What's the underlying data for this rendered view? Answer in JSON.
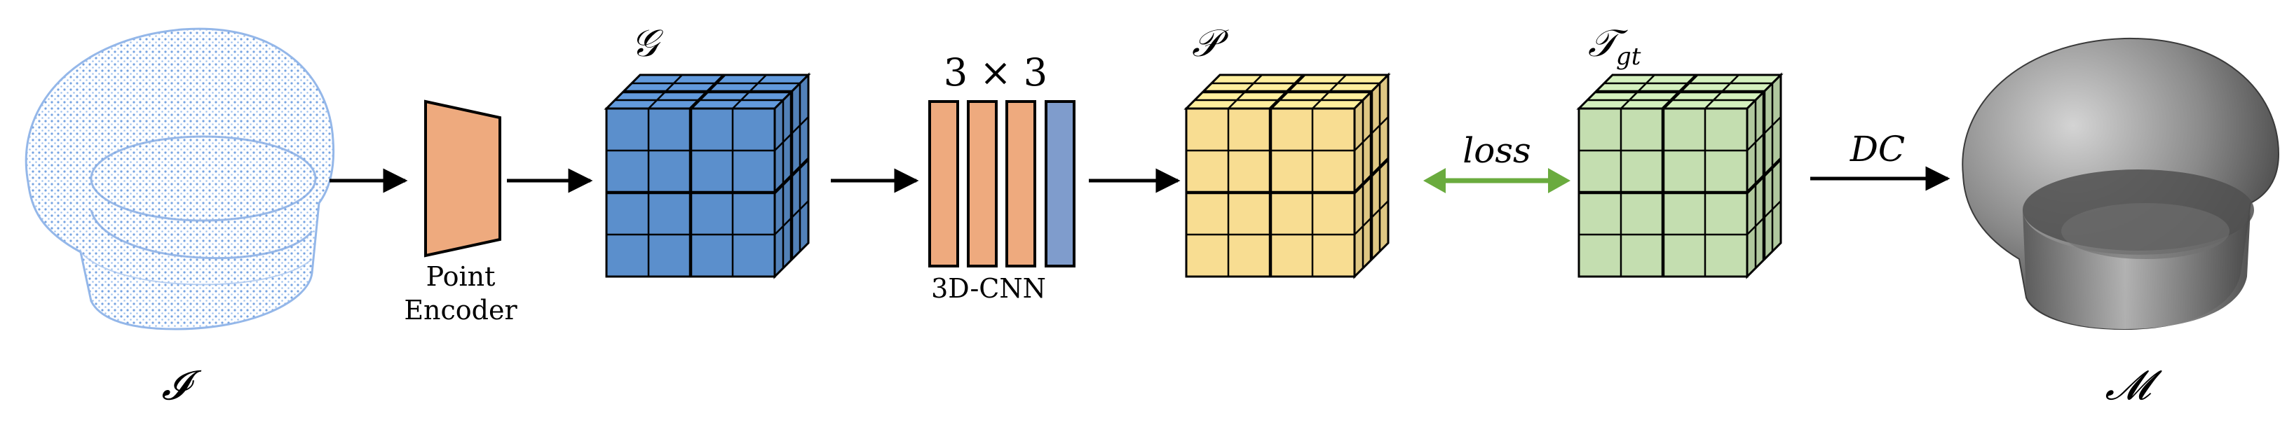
{
  "colors": {
    "point_cloud": "#8fb4e8",
    "encoder": "#eeaa7e",
    "grid_g": "#5b8fcc",
    "cnn_orange": "#eeaa7e",
    "cnn_blue": "#7f9ccc",
    "grid_p": "#f8dd92",
    "grid_t": "#c4deb0",
    "loss_arrow": "#6aab3e",
    "mesh": "#7a7a7a",
    "stroke": "#000000"
  },
  "labels": {
    "input": "𝓘",
    "encoder_line1": "Point",
    "encoder_line2": "Encoder",
    "grid_g": "𝒢",
    "cnn_kernel": "3 × 3",
    "cnn_name": "3D-CNN",
    "grid_p": "𝒫",
    "loss": "loss",
    "grid_t": "𝒯",
    "grid_t_sub": "gt",
    "dc": "DC",
    "output": "𝓜"
  },
  "icons": {
    "input": "point-cloud-icon",
    "output": "mesh-icon"
  }
}
